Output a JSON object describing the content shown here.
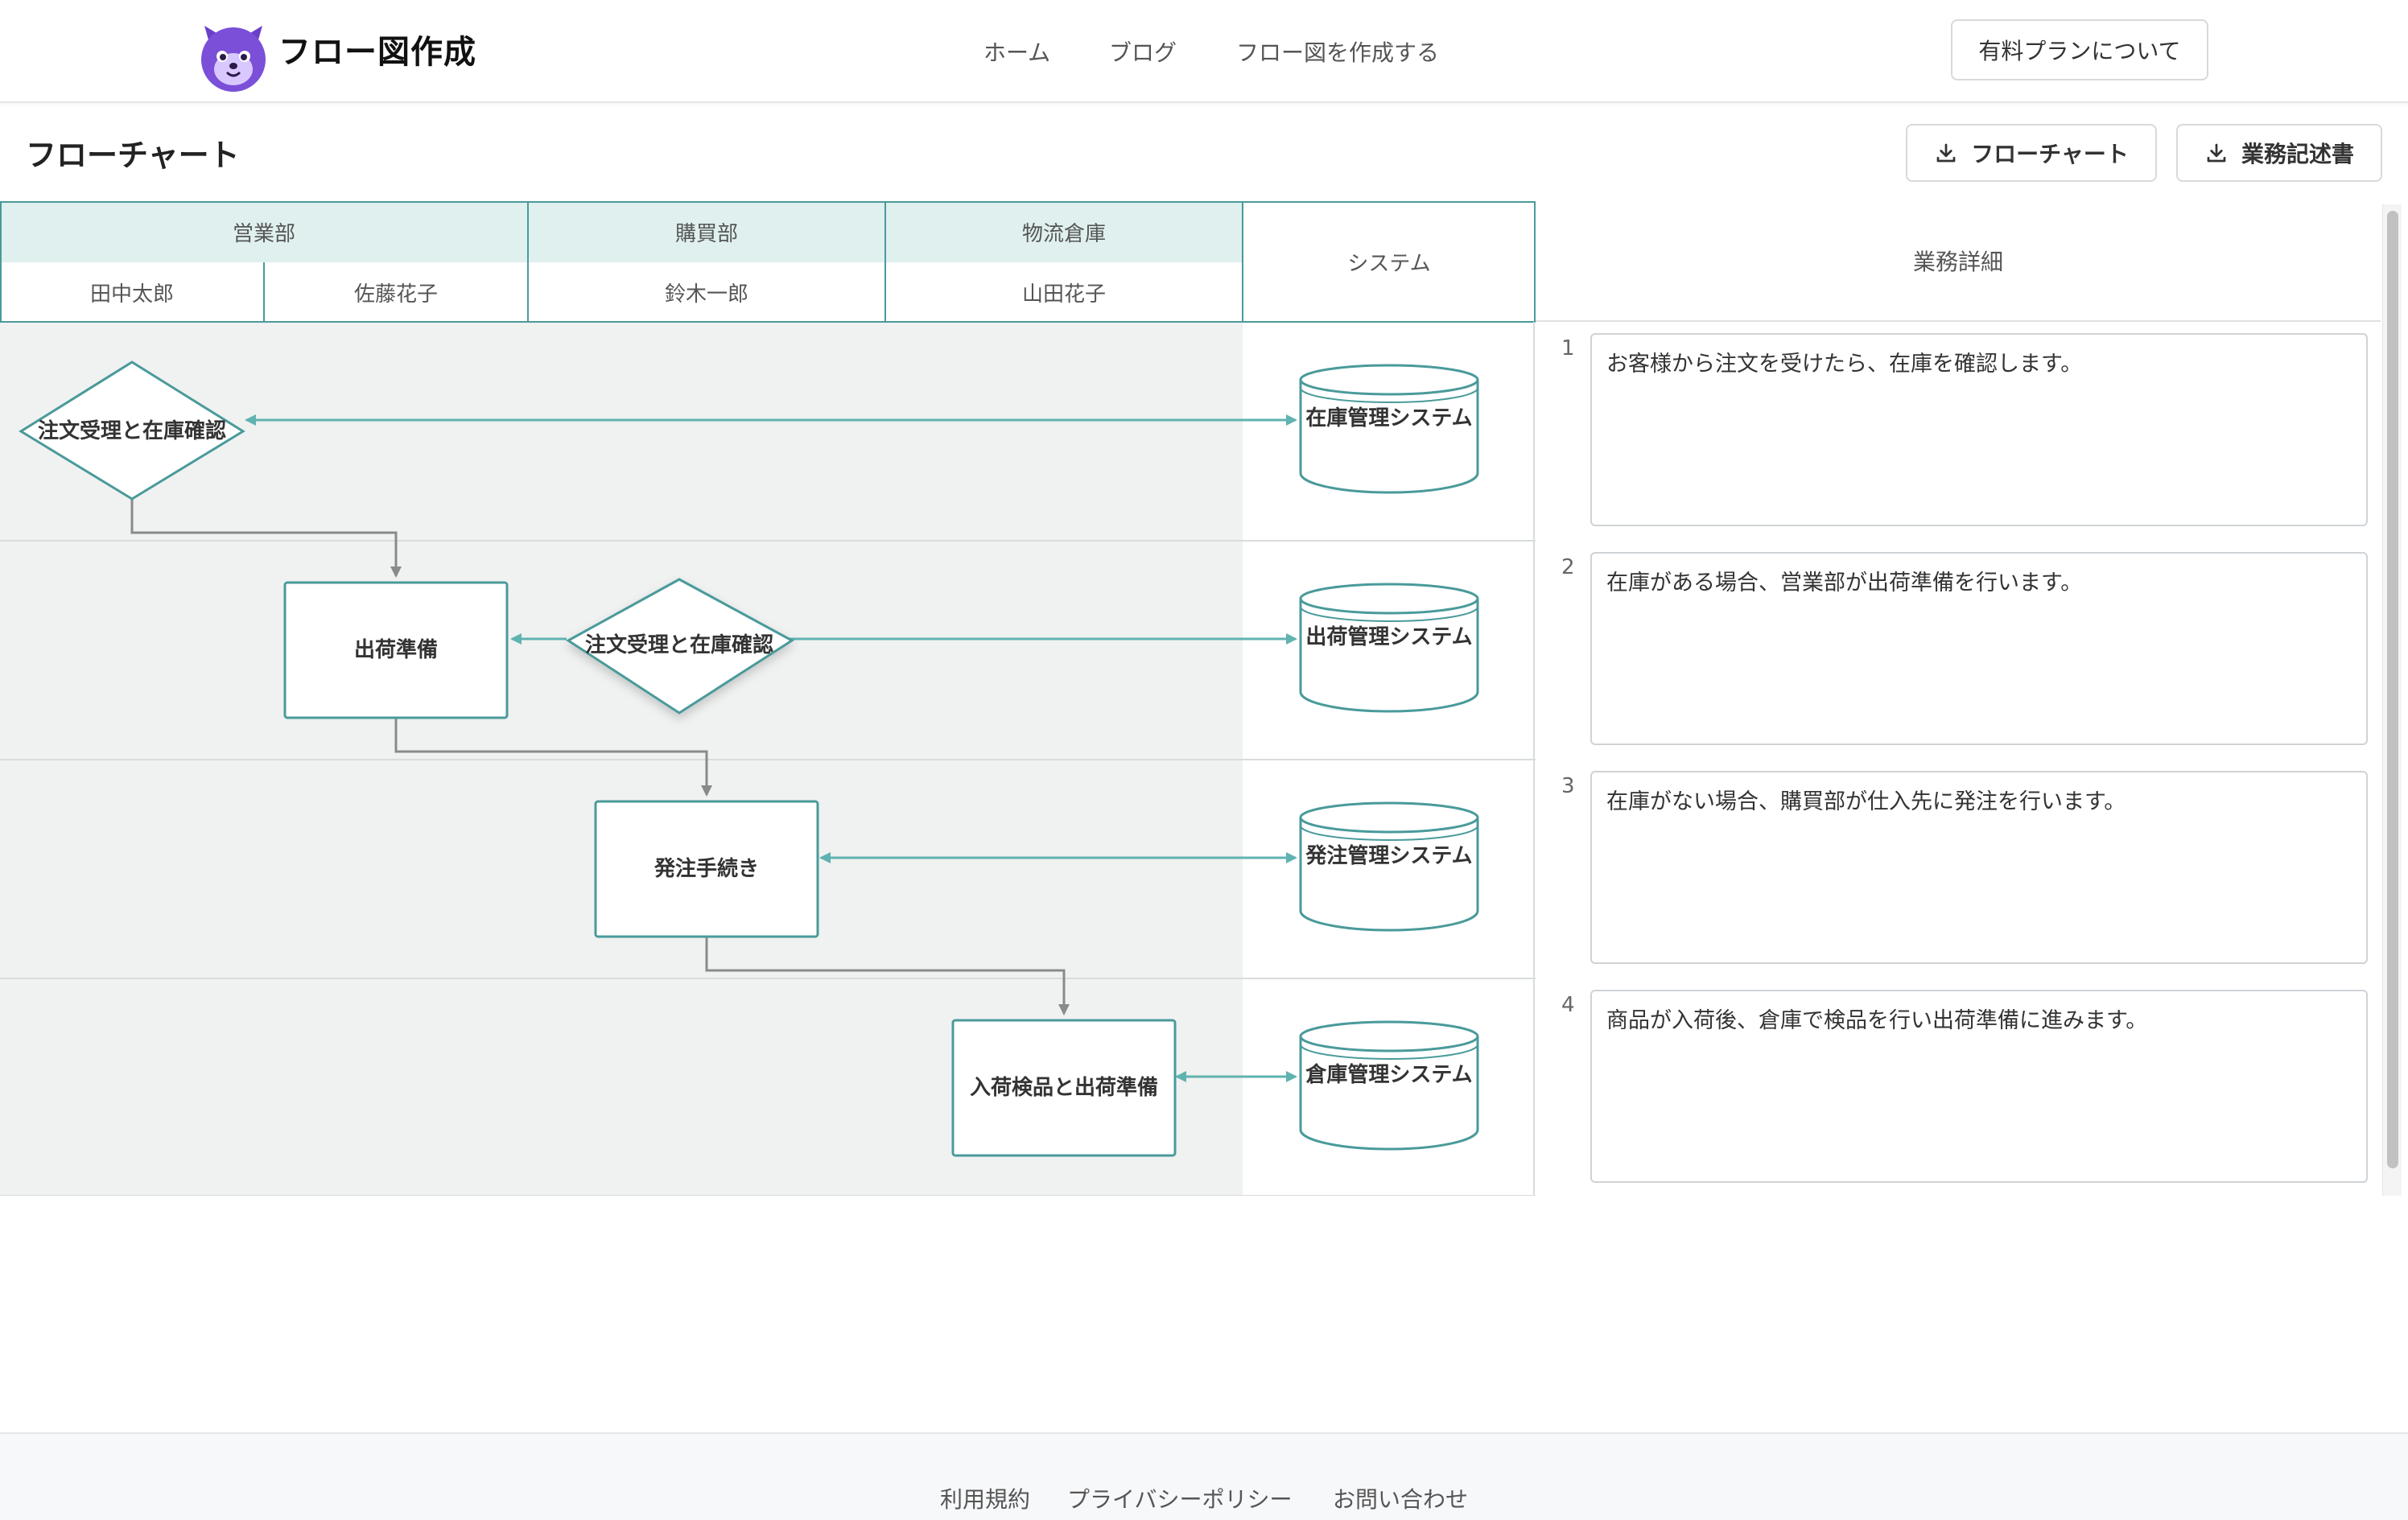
{
  "header": {
    "brand": "フロー図作成",
    "nav": [
      "ホーム",
      "ブログ",
      "フロー図を作成する"
    ],
    "plan_button": "有料プランについて"
  },
  "toolbar": {
    "title": "フローチャート",
    "download_flowchart": "フローチャート",
    "download_spec": "業務記述書"
  },
  "lanes": {
    "departments": [
      "営業部",
      "購買部",
      "物流倉庫"
    ],
    "people": [
      "田中太郎",
      "佐藤花子",
      "鈴木一郎",
      "山田花子"
    ],
    "system": "システム"
  },
  "nodes": {
    "row1_decision": "注文受理と在庫確認",
    "row2_process": "出荷準備",
    "row2_decision": "注文受理と在庫確認",
    "row3_process": "発注手続き",
    "row4_process": "入荷検品と出荷準備"
  },
  "systems": [
    "在庫管理システム",
    "出荷管理システム",
    "発注管理システム",
    "倉庫管理システム"
  ],
  "details": {
    "header": "業務詳細",
    "items": [
      {
        "num": "1",
        "text": "お客様から注文を受けたら、在庫を確認します。"
      },
      {
        "num": "2",
        "text": "在庫がある場合、営業部が出荷準備を行います。"
      },
      {
        "num": "3",
        "text": "在庫がない場合、購買部が仕入先に発注を行います。"
      },
      {
        "num": "4",
        "text": "商品が入荷後、倉庫で検品を行い出荷準備に進みます。"
      }
    ]
  },
  "footer": {
    "links": [
      "利用規約",
      "プライバシーポリシー",
      "お問い合わせ"
    ]
  },
  "colors": {
    "teal": "#4a9a9a",
    "arrow_teal": "#5fb3b0",
    "header_teal_bg": "#dff0ee",
    "lane_gray": "#f0f1f1",
    "connector_gray": "#8a8a8a",
    "logo_purple": "#7b4fd8"
  },
  "icons": [
    "wolf-logo-icon",
    "download-icon"
  ]
}
